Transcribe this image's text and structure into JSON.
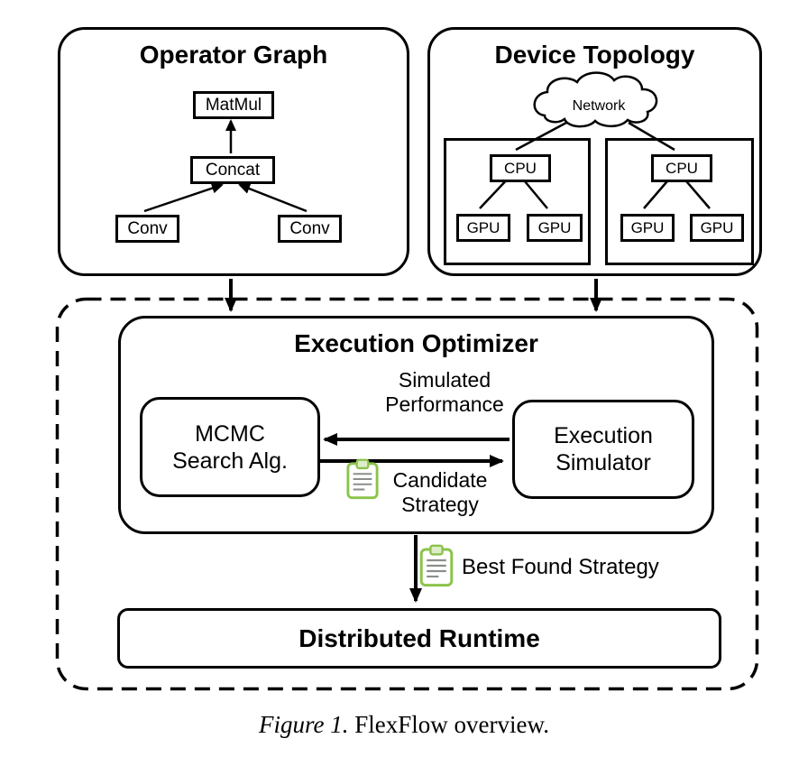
{
  "operator_graph": {
    "title": "Operator Graph",
    "nodes": {
      "matmul": "MatMul",
      "concat": "Concat",
      "conv_left": "Conv",
      "conv_right": "Conv"
    }
  },
  "device_topology": {
    "title": "Device Topology",
    "network_label": "Network",
    "groups": [
      {
        "cpu": "CPU",
        "gpus": [
          "GPU",
          "GPU"
        ]
      },
      {
        "cpu": "CPU",
        "gpus": [
          "GPU",
          "GPU"
        ]
      }
    ]
  },
  "optimizer": {
    "title": "Execution Optimizer",
    "mcmc_label": "MCMC\nSearch Alg.",
    "simulator_label": "Execution\nSimulator",
    "simulated_performance_label": "Simulated\nPerformance",
    "candidate_strategy_label": "Candidate\nStrategy"
  },
  "runtime": {
    "title": "Distributed Runtime"
  },
  "best_found_strategy_label": "Best Found Strategy",
  "caption": {
    "figure_label": "Figure 1.",
    "text": "FlexFlow overview."
  },
  "colors": {
    "stroke": "#000000",
    "background": "#FFFFFF",
    "clipboard_green": "#8BC34A"
  }
}
